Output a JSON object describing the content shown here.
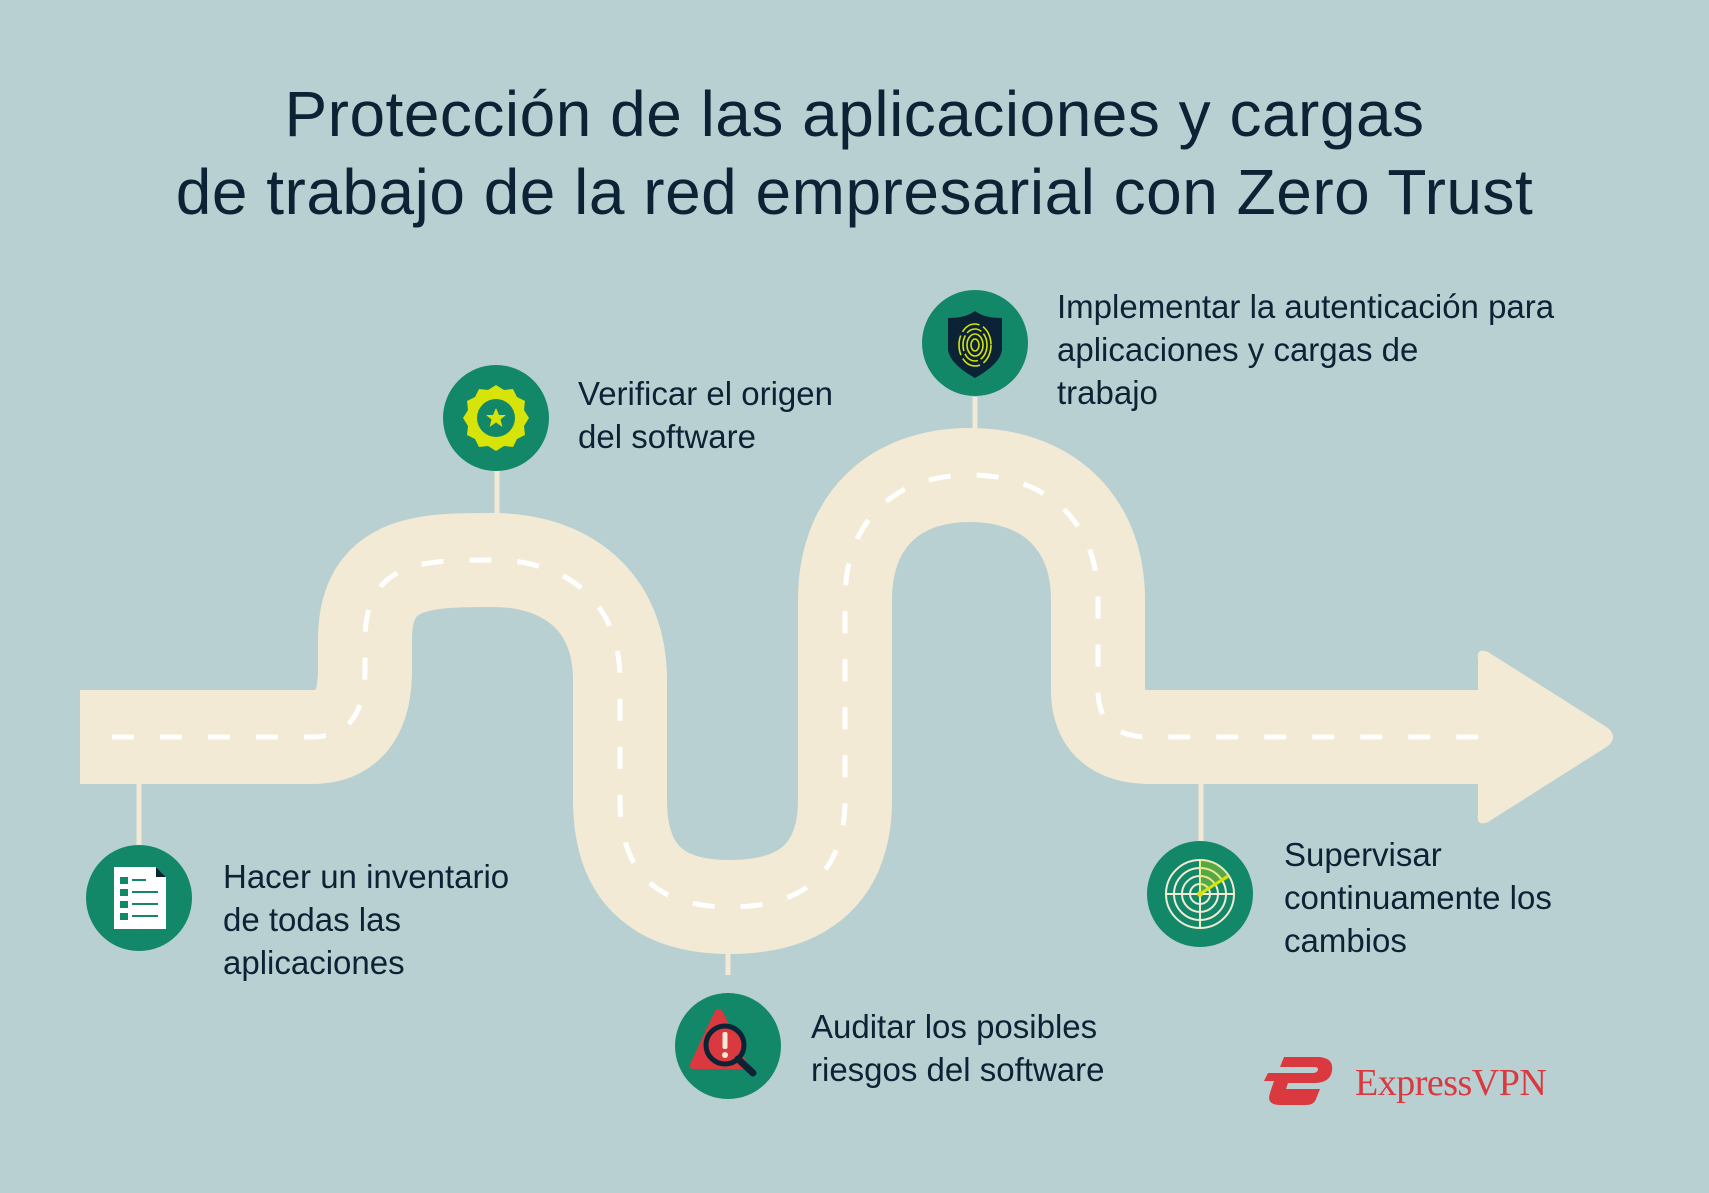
{
  "title": {
    "line1": "Protección de las aplicaciones y cargas",
    "line2": "de trabajo de la red empresarial con Zero Trust"
  },
  "colors": {
    "background": "#b8d0d1",
    "road": "#f2ead4",
    "icon_circle": "#128868",
    "accent_yellow": "#d6e40a",
    "accent_red": "#da3940",
    "text": "#0c2235"
  },
  "steps": [
    {
      "icon": "checklist-document-icon",
      "lines": [
        "Hacer un inventario",
        "de todas las",
        "aplicaciones"
      ]
    },
    {
      "icon": "badge-star-icon",
      "lines": [
        "Verificar el origen",
        "del software"
      ]
    },
    {
      "icon": "magnifier-warning-icon",
      "lines": [
        "Auditar los posibles",
        "riesgos del software"
      ]
    },
    {
      "icon": "shield-fingerprint-icon",
      "lines": [
        "Implementar la autenticación para",
        "aplicaciones y cargas de",
        "trabajo"
      ]
    },
    {
      "icon": "radar-icon",
      "lines": [
        "Supervisar",
        "continuamente los",
        "cambios"
      ]
    }
  ],
  "brand": {
    "name": "ExpressVPN"
  }
}
